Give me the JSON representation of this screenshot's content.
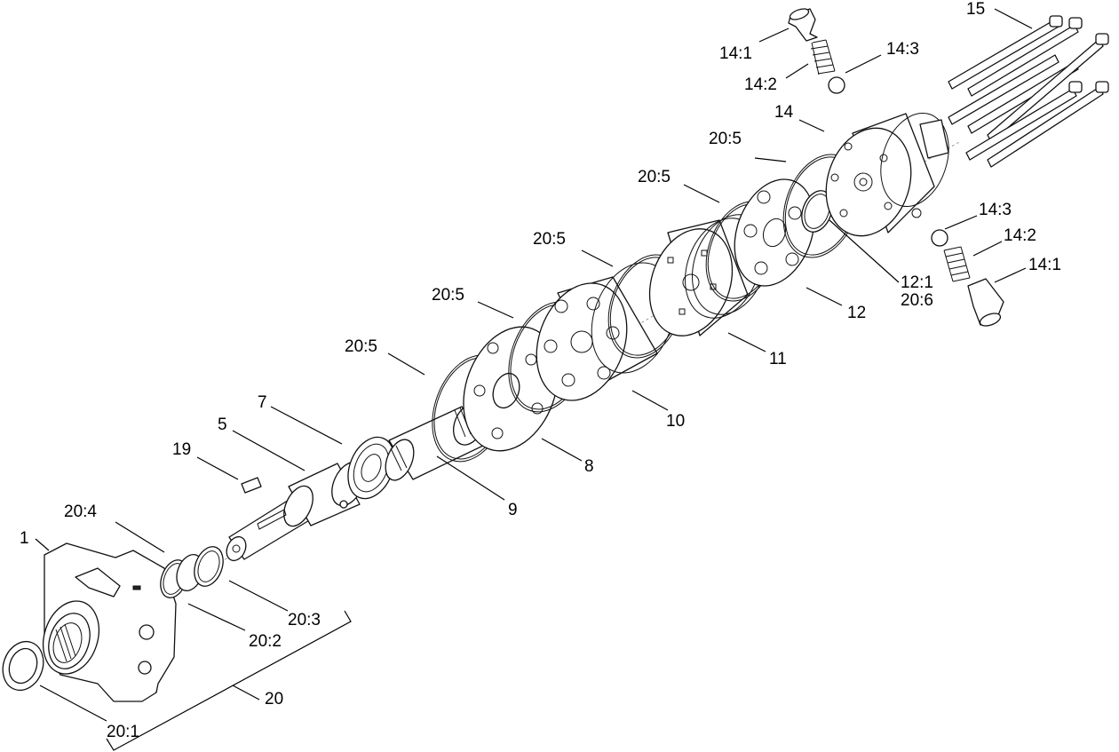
{
  "callouts": [
    {
      "id": "c1",
      "label": "1"
    },
    {
      "id": "c19",
      "label": "19"
    },
    {
      "id": "c5",
      "label": "5"
    },
    {
      "id": "c7",
      "label": "7"
    },
    {
      "id": "c9",
      "label": "9"
    },
    {
      "id": "c8",
      "label": "8"
    },
    {
      "id": "c10",
      "label": "10"
    },
    {
      "id": "c11",
      "label": "11"
    },
    {
      "id": "c12",
      "label": "12"
    },
    {
      "id": "c14",
      "label": "14"
    },
    {
      "id": "c15",
      "label": "15"
    },
    {
      "id": "c14_1_top",
      "label": "14:1"
    },
    {
      "id": "c14_2_top",
      "label": "14:2"
    },
    {
      "id": "c14_3_top",
      "label": "14:3"
    },
    {
      "id": "c14_3_bot",
      "label": "14:3"
    },
    {
      "id": "c14_2_bot",
      "label": "14:2"
    },
    {
      "id": "c14_1_bot",
      "label": "14:1"
    },
    {
      "id": "c12_1",
      "label": "12:1"
    },
    {
      "id": "c20_6",
      "label": "20:6"
    },
    {
      "id": "c20_5_a",
      "label": "20:5"
    },
    {
      "id": "c20_5_b",
      "label": "20:5"
    },
    {
      "id": "c20_5_c",
      "label": "20:5"
    },
    {
      "id": "c20_5_d",
      "label": "20:5"
    },
    {
      "id": "c20_5_e",
      "label": "20:5"
    },
    {
      "id": "c20_4",
      "label": "20:4"
    },
    {
      "id": "c20_3",
      "label": "20:3"
    },
    {
      "id": "c20_2",
      "label": "20:2"
    },
    {
      "id": "c20_1",
      "label": "20:1"
    },
    {
      "id": "c20",
      "label": "20"
    }
  ]
}
